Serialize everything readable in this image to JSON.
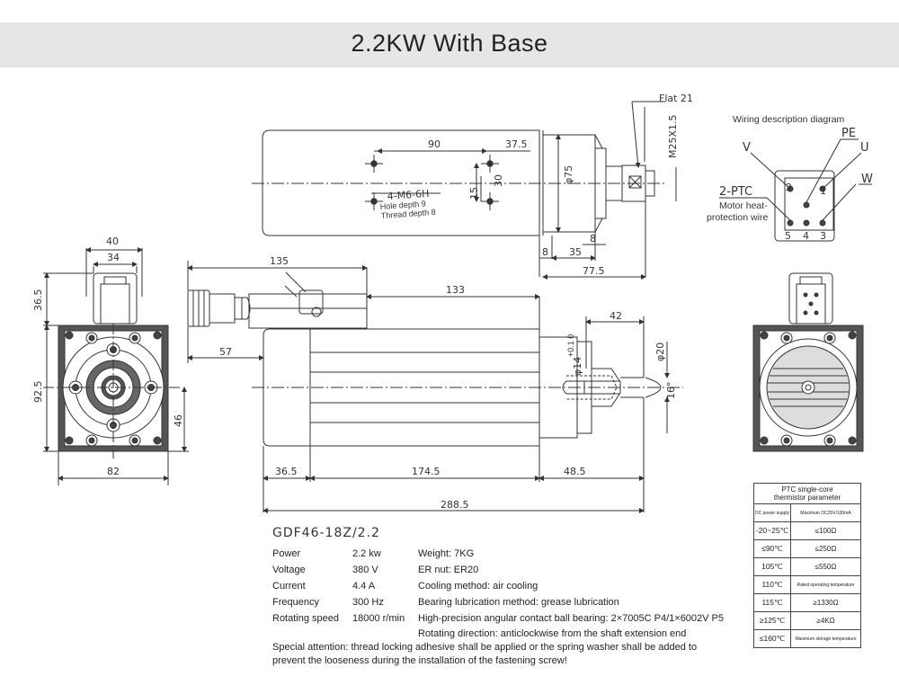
{
  "header": {
    "title": "2.2KW With Base"
  },
  "top_view": {
    "flat": "Flat 21",
    "thread": "M25X1.5",
    "dim_90": "90",
    "dim_37_5": "37.5",
    "dim_15": "15",
    "dim_30": "30",
    "dim_phi75": "φ75",
    "holes": "4-M6-6H",
    "hole_depth": "Hole depth 9",
    "thread_depth": "Thread depth 8",
    "dim_8a": "8",
    "dim_8b": "8",
    "dim_35": "35",
    "dim_77_5": "77.5"
  },
  "wiring": {
    "title": "Wiring description diagram",
    "pe": "PE",
    "u": "U",
    "v": "V",
    "w": "W",
    "ptc": "2-PTC",
    "heat1": "Motor heat-",
    "heat2": "protection wire",
    "pins": [
      "2",
      "1",
      "5",
      "4",
      "3"
    ]
  },
  "front_view": {
    "dim_40": "40",
    "dim_34": "34",
    "dim_36_5": "36.5",
    "dim_92_5": "92.5",
    "dim_46": "46",
    "dim_82": "82"
  },
  "side_view": {
    "dim_135": "135",
    "dim_133": "133",
    "dim_57": "57",
    "dim_42": "42",
    "dim_phi14": "φ14",
    "dim_tol": "+0.1\n0",
    "dim_phi20": "φ20",
    "dim_16deg": "16°",
    "dim_36_5": "36.5",
    "dim_174_5": "174.5",
    "dim_48_5": "48.5",
    "dim_288_5": "288.5"
  },
  "specs": {
    "model": "GDF46-18Z/2.2",
    "rows": [
      {
        "label": "Power",
        "value": "2.2 kw"
      },
      {
        "label": "Voltage",
        "value": "380 V"
      },
      {
        "label": "Current",
        "value": "4.4 A"
      },
      {
        "label": "Frequency",
        "value": "300 Hz"
      },
      {
        "label": "Rotating speed",
        "value": "18000 r/min"
      }
    ],
    "notes": [
      "Weight: 7KG",
      "ER nut: ER20",
      "Cooling method: air cooling",
      "Bearing lubrication method: grease lubrication",
      "High-precision angular contact ball bearing: 2×7005C P4/1×6002V P5",
      "Rotating direction: anticlockwise from the shaft extension end"
    ],
    "attention": "Special attention: thread locking adhesive shall be applied or the spring washer shall be added to prevent the looseness during the installation of the fastening screw!"
  },
  "ptc": {
    "header1": "PTC single-core",
    "header2": "thermistor parameter",
    "col1_head": "DC power supply",
    "col2_head": "Maximum DC25V/100mA",
    "rows": [
      {
        "temp": "-20~25℃",
        "value": "≤100Ω"
      },
      {
        "temp": "≤90℃",
        "value": "≤250Ω"
      },
      {
        "temp": "105℃",
        "value": "≤550Ω"
      },
      {
        "temp": "110℃",
        "value": "Rated operating temperature"
      },
      {
        "temp": "115℃",
        "value": "≥1330Ω"
      },
      {
        "temp": "≥125℃",
        "value": "≥4KΩ"
      },
      {
        "temp": "≤160℃",
        "value": "Maximum storage temperature"
      }
    ]
  }
}
